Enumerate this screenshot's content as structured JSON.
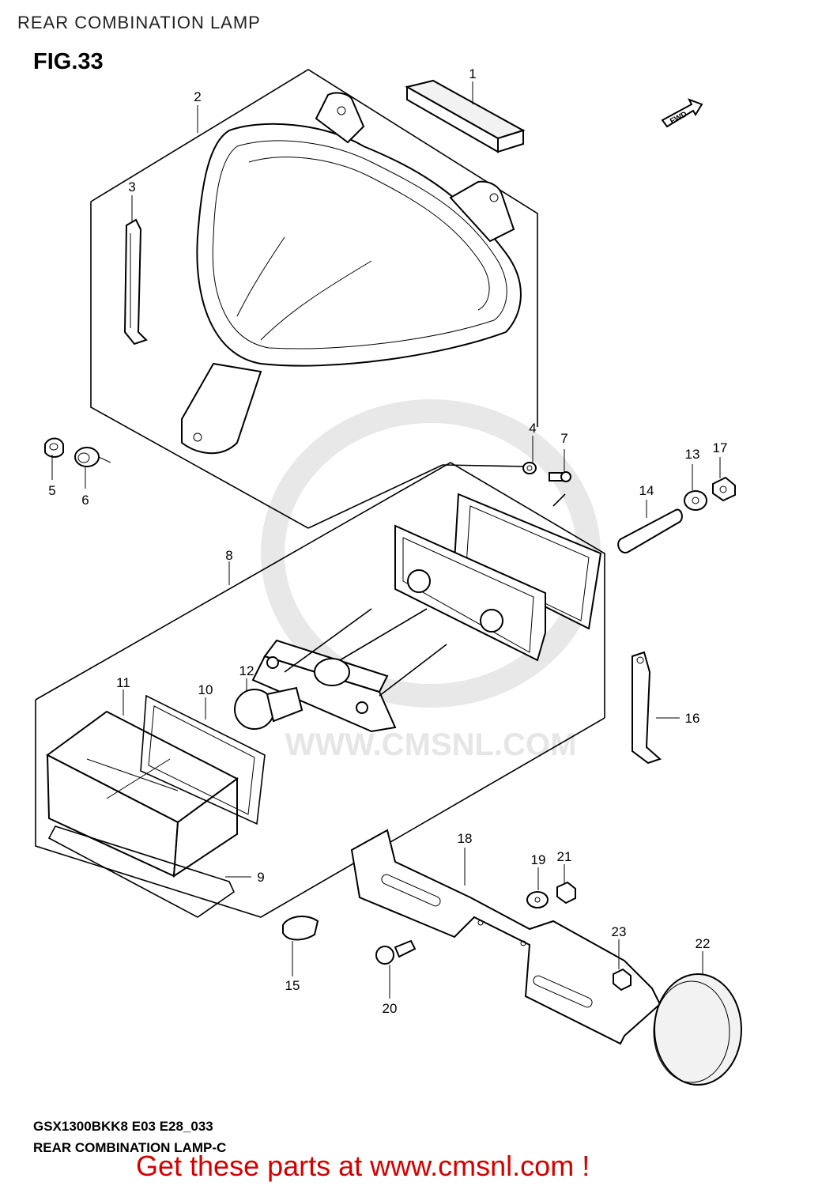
{
  "header": {
    "title": "REAR COMBINATION LAMP",
    "figure": "FIG.33"
  },
  "fwd_badge": "FWD",
  "watermark": "WWW.CMSNL.COM",
  "callouts": [
    "1",
    "2",
    "3",
    "4",
    "5",
    "6",
    "7",
    "8",
    "9",
    "10",
    "11",
    "12",
    "13",
    "14",
    "15",
    "16",
    "17",
    "18",
    "19",
    "20",
    "21",
    "22",
    "23"
  ],
  "footer": {
    "diagram_code": "GSX1300BKK8 E03 E28_033",
    "diagram_name": "REAR COMBINATION LAMP-C",
    "promo": "Get these parts at www.cmsnl.com !"
  },
  "colors": {
    "promo": "#d40000",
    "line": "#000000",
    "watermark": "#e6e6e6"
  }
}
